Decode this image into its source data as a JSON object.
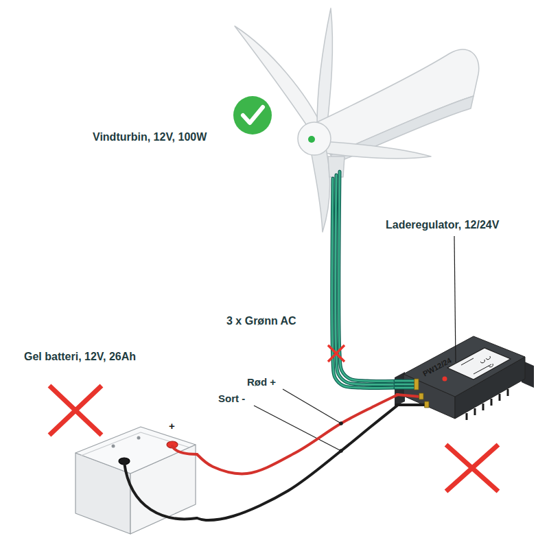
{
  "diagram": {
    "nodes": [
      {
        "text": [
          "Vindturbin, 12V, 100W"
        ]
      },
      {
        "text": [
          "Laderegulator, 12/24V",
          "PW12/24"
        ]
      },
      {
        "text": [
          "Gel batteri, 12V, 26Ah",
          "+"
        ]
      }
    ],
    "edges": [
      {
        "from": 0,
        "to": 1,
        "arrow": "none"
      },
      {
        "from": 1,
        "to": 2,
        "arrow": "none"
      },
      {
        "from": 1,
        "to": 2,
        "arrow": "none"
      }
    ],
    "labels": [
      "3 x Grønn AC",
      "Rød +",
      "Sort -"
    ]
  }
}
